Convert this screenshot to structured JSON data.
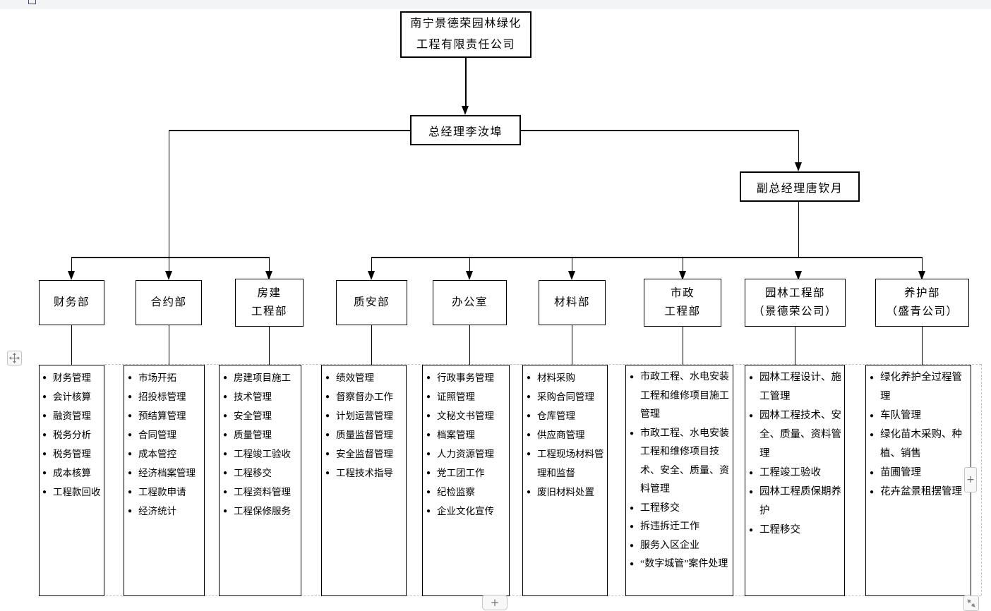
{
  "company": {
    "line1": "南宁景德荣园林绿化",
    "line2": "工程有限责任公司"
  },
  "general_manager": "总经理李汝埠",
  "deputy_general_manager": "副总经理唐钦月",
  "bullet": "●",
  "departments": [
    {
      "title_line1": "财务部",
      "title_line2": "",
      "items": [
        "财务管理",
        "会计核算",
        "融资管理",
        "税务分析",
        "税务管理",
        "成本核算",
        "工程款回收"
      ]
    },
    {
      "title_line1": "合约部",
      "title_line2": "",
      "items": [
        "市场开拓",
        "招投标管理",
        "预结算管理",
        "合同管理",
        "成本管控",
        "经济档案管理",
        "工程款申请",
        "经济统计"
      ]
    },
    {
      "title_line1": "房建",
      "title_line2": "工程部",
      "items": [
        "房建项目施工",
        "技术管理",
        "安全管理",
        "质量管理",
        "工程竣工验收",
        "工程移交",
        "工程资料管理",
        "工程保修服务"
      ]
    },
    {
      "title_line1": "质安部",
      "title_line2": "",
      "items": [
        "绩效管理",
        "督察督办工作",
        "计划运营管理",
        "质量监督管理",
        "安全监督管理",
        "工程技术指导"
      ]
    },
    {
      "title_line1": "办公室",
      "title_line2": "",
      "items": [
        "行政事务管理",
        "证照管理",
        "文秘文书管理",
        "档案管理",
        "人力资源管理",
        "党工团工作",
        "纪检监察",
        "企业文化宣传"
      ]
    },
    {
      "title_line1": "材料部",
      "title_line2": "",
      "items": [
        "材料采购",
        "采购合同管理",
        "仓库管理",
        "供应商管理",
        "工程现场材料管理和监督",
        "废旧材料处置"
      ]
    },
    {
      "title_line1": "市政",
      "title_line2": "工程部",
      "items": [
        "市政工程、水电安装工程和维修项目施工管理",
        "市政工程、水电安装工程和维修项目技术、安全、质量、资料管理",
        "工程移交",
        "拆违拆迁工作",
        "服务入区企业",
        "“数字城管”案件处理"
      ]
    },
    {
      "title_line1": "园林工程部",
      "title_line2": "（景德荣公司）",
      "items": [
        "园林工程设计、施工管理",
        "园林工程技术、安全、质量、资料管理",
        "工程竣工验收",
        "园林工程质保期养护",
        "工程移交"
      ]
    },
    {
      "title_line1": "养护部",
      "title_line2": "（盛青公司）",
      "items": [
        "绿化养护全过程管理",
        "车队管理",
        "绿化苗木采购、种植、销售",
        "苗圃管理",
        "花卉盆景租摆管理"
      ]
    }
  ],
  "controls": {
    "add_label": "+"
  }
}
